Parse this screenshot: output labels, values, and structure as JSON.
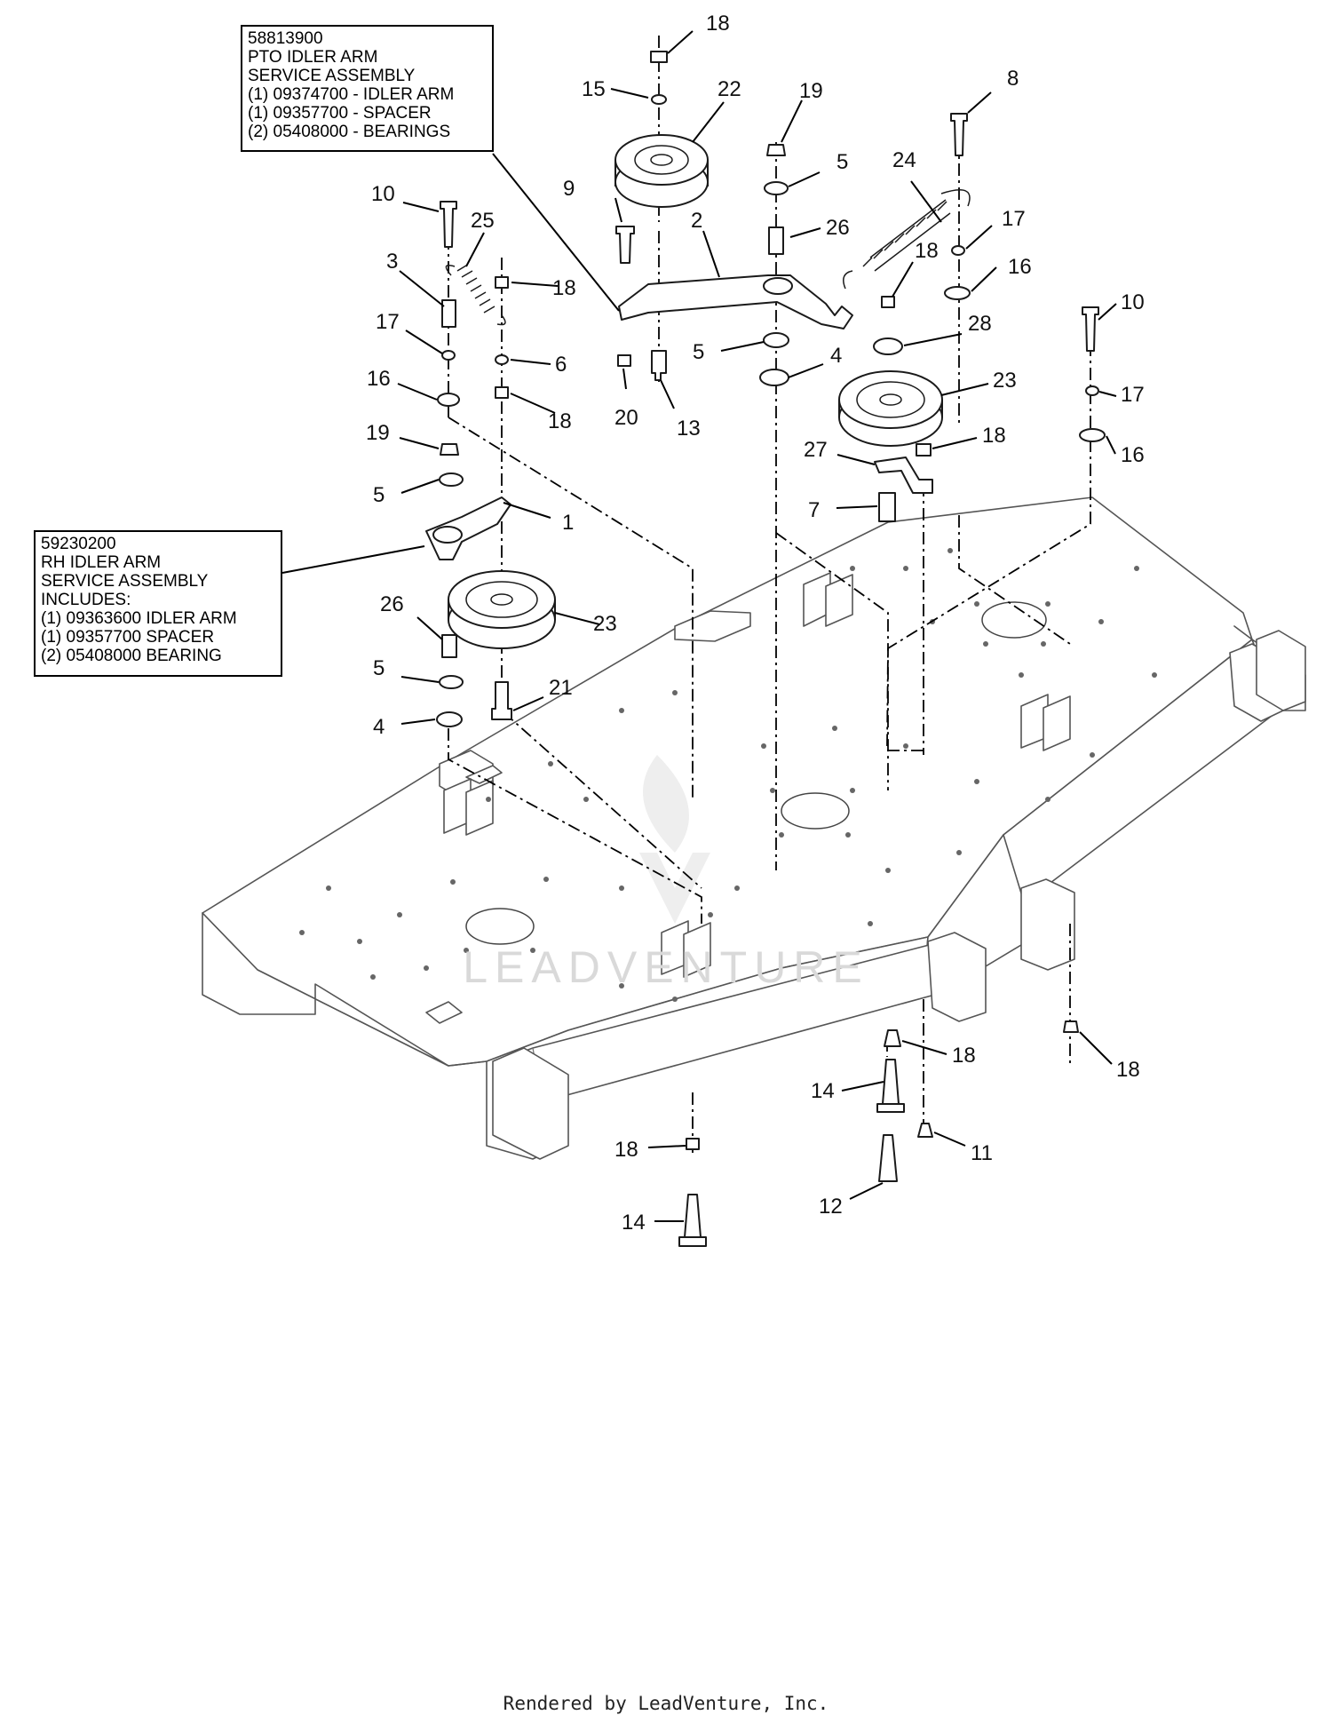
{
  "notes": {
    "pto_idler_arm": [
      "58813900",
      "PTO IDLER ARM",
      "SERVICE ASSEMBLY",
      "(1) 09374700 - IDLER ARM",
      "(1) 09357700 - SPACER",
      "(2) 05408000 - BEARINGS"
    ],
    "rh_idler_arm": [
      "59230200",
      "RH IDLER ARM",
      "SERVICE ASSEMBLY",
      "INCLUDES:",
      "(1) 09363600 IDLER ARM",
      "(1) 09357700 SPACER",
      "(2) 05408000 BEARING"
    ]
  },
  "callouts": {
    "c18_top": "18",
    "c15": "15",
    "c22": "22",
    "c19_top": "19",
    "c8": "8",
    "c5_top": "5",
    "c24": "24",
    "c9": "9",
    "c26_top": "26",
    "c2": "2",
    "c17_right": "17",
    "c18_mid": "18",
    "c16_right": "16",
    "c10_left": "10",
    "c25": "25",
    "c3": "3",
    "c18_left": "18",
    "c17_left": "17",
    "c6": "6",
    "c16_left": "16",
    "c18_left2": "18",
    "c5_mid": "5",
    "c4_top": "4",
    "c28": "28",
    "c20": "20",
    "c13": "13",
    "c23_right": "23",
    "c10_right": "10",
    "c17_far": "17",
    "c16_far": "16",
    "c19_left": "19",
    "c5_left": "5",
    "c1": "1",
    "c27": "27",
    "c18_right": "18",
    "c7": "7",
    "c26_left": "26",
    "c23_left": "23",
    "c5_left2": "5",
    "c21": "21",
    "c4_left": "4",
    "c18_bottom": "18",
    "c18_far": "18",
    "c14_mid": "14",
    "c11": "11",
    "c18_low": "18",
    "c12": "12",
    "c14_low": "14"
  },
  "watermark": "LEADVENTURE",
  "footer": "Rendered by LeadVenture, Inc."
}
